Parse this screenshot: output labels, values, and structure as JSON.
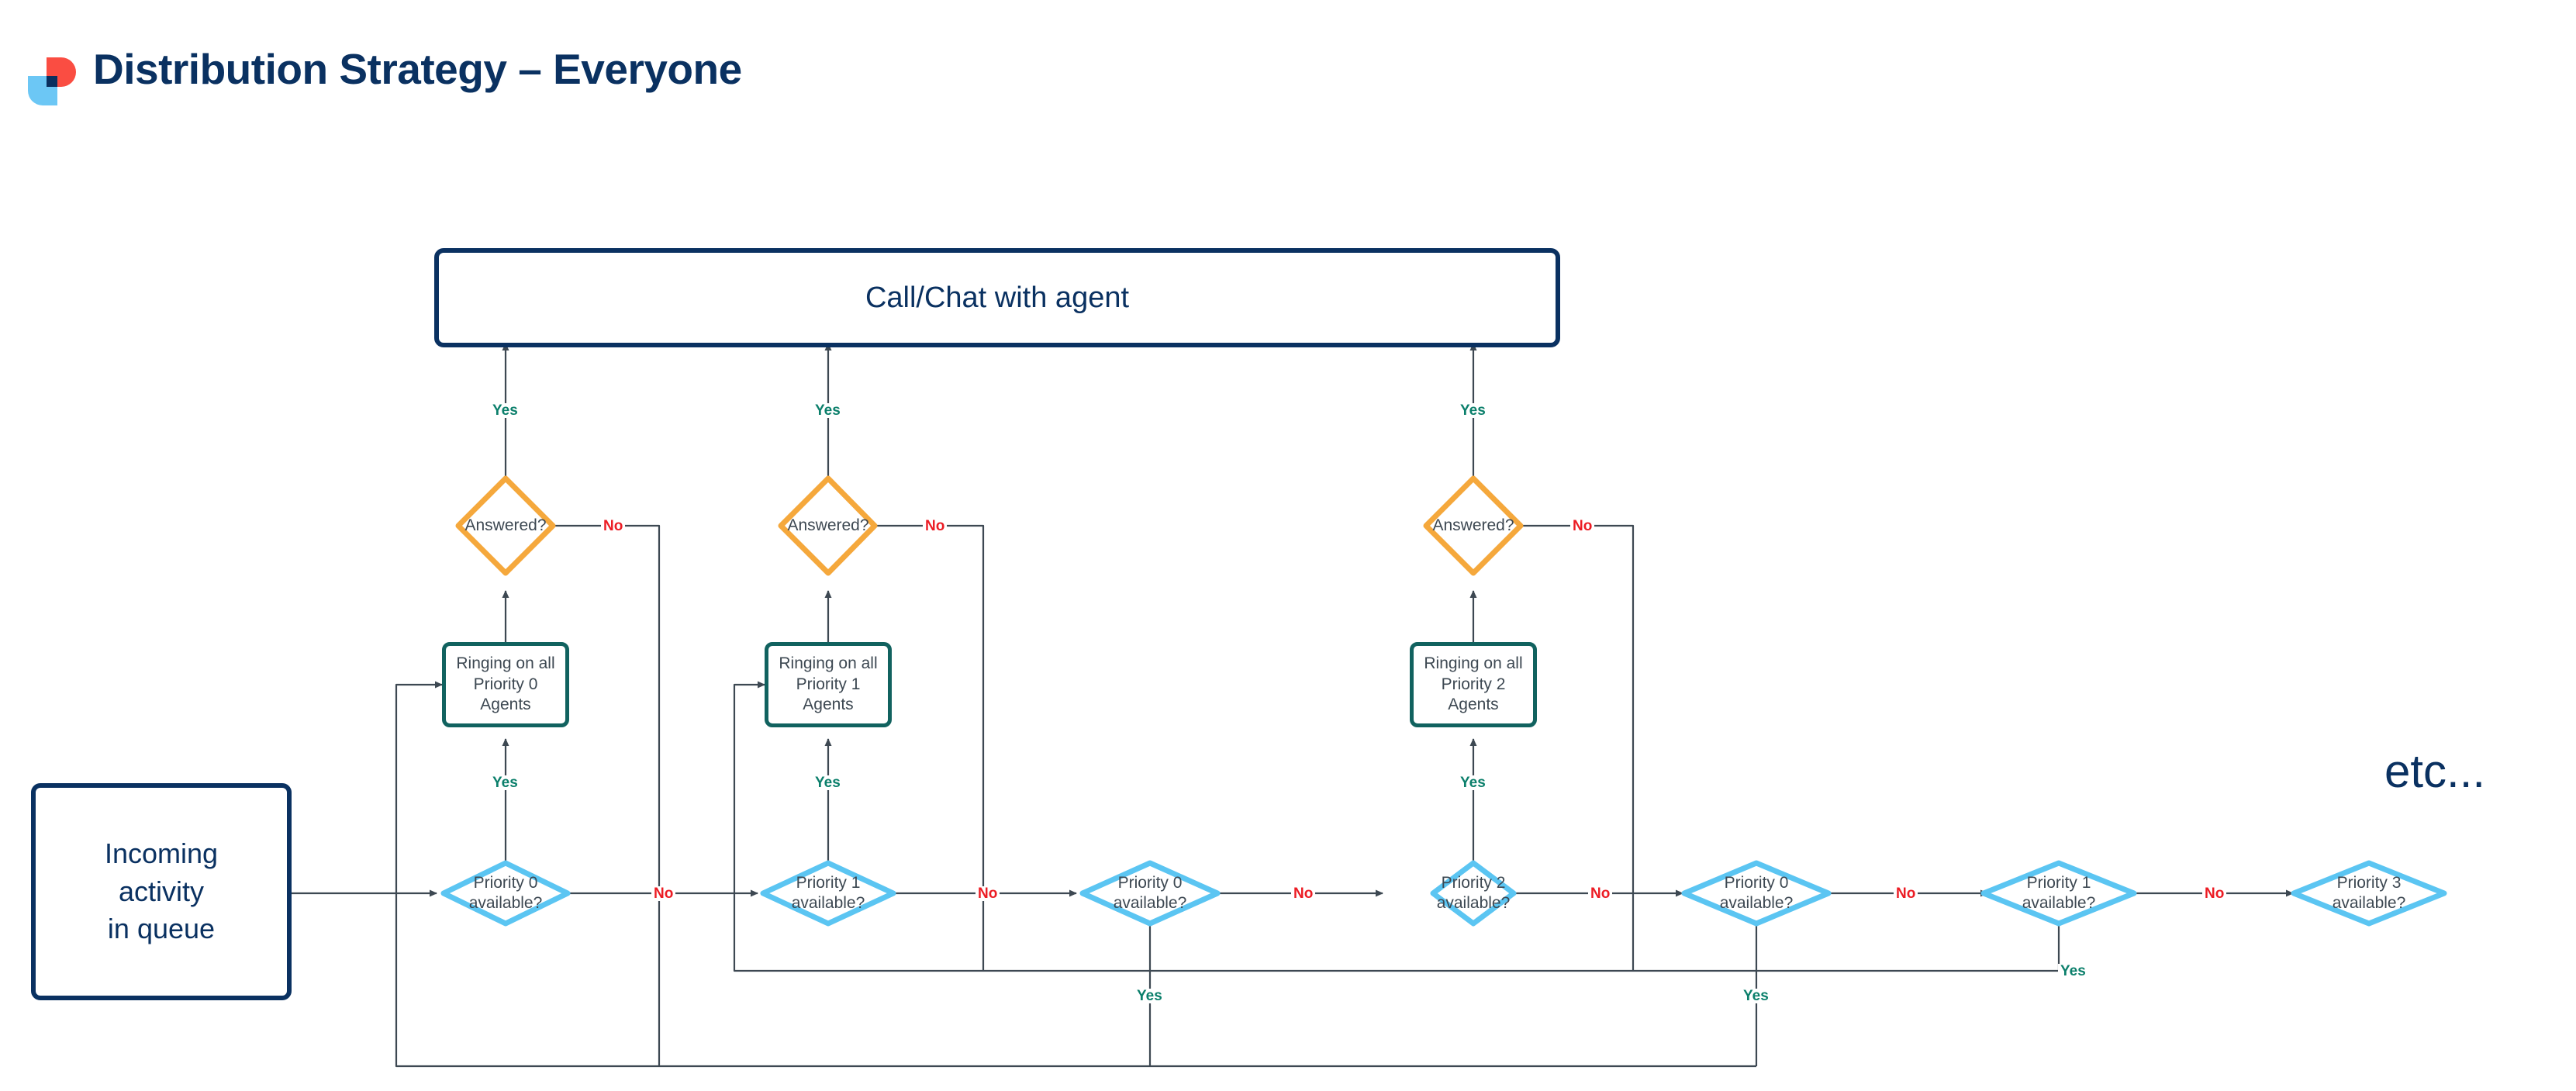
{
  "header": {
    "title": "Distribution Strategy – Everyone",
    "logo_name": "brand-logo"
  },
  "colors": {
    "navy": "#0a3161",
    "teal_border": "#11625f",
    "blue_diamond": "#5bc5f2",
    "orange_diamond": "#f5a83c",
    "yes_green": "#0b7f6b",
    "no_red": "#ec1c24",
    "connector": "#3d4852",
    "logo_red": "#fa4d42",
    "logo_blue": "#6cc7f5"
  },
  "diagram": {
    "type": "flowchart",
    "terminal": {
      "label": "Call/Chat with agent"
    },
    "start": {
      "label_line1": "Incoming",
      "label_line2": "activity",
      "label_line3": "in queue"
    },
    "etc_label": "etc...",
    "edge_labels": {
      "yes": "Yes",
      "no": "No"
    },
    "ringing_boxes": [
      {
        "line1": "Ringing on all",
        "line2": "Priority 0",
        "line3": "Agents"
      },
      {
        "line1": "Ringing on all",
        "line2": "Priority 1",
        "line3": "Agents"
      },
      {
        "line1": "Ringing on all",
        "line2": "Priority 2",
        "line3": "Agents"
      }
    ],
    "answered_diamonds": [
      {
        "label": "Answered?"
      },
      {
        "label": "Answered?"
      },
      {
        "label": "Answered?"
      }
    ],
    "priority_diamonds": [
      {
        "line1": "Priority 0",
        "line2": "available?"
      },
      {
        "line1": "Priority 1",
        "line2": "available?"
      },
      {
        "line1": "Priority 0",
        "line2": "available?"
      },
      {
        "line1": "Priority 2",
        "line2": "available?"
      },
      {
        "line1": "Priority 0",
        "line2": "available?"
      },
      {
        "line1": "Priority 1",
        "line2": "available?"
      },
      {
        "line1": "Priority 3",
        "line2": "available?"
      }
    ]
  }
}
